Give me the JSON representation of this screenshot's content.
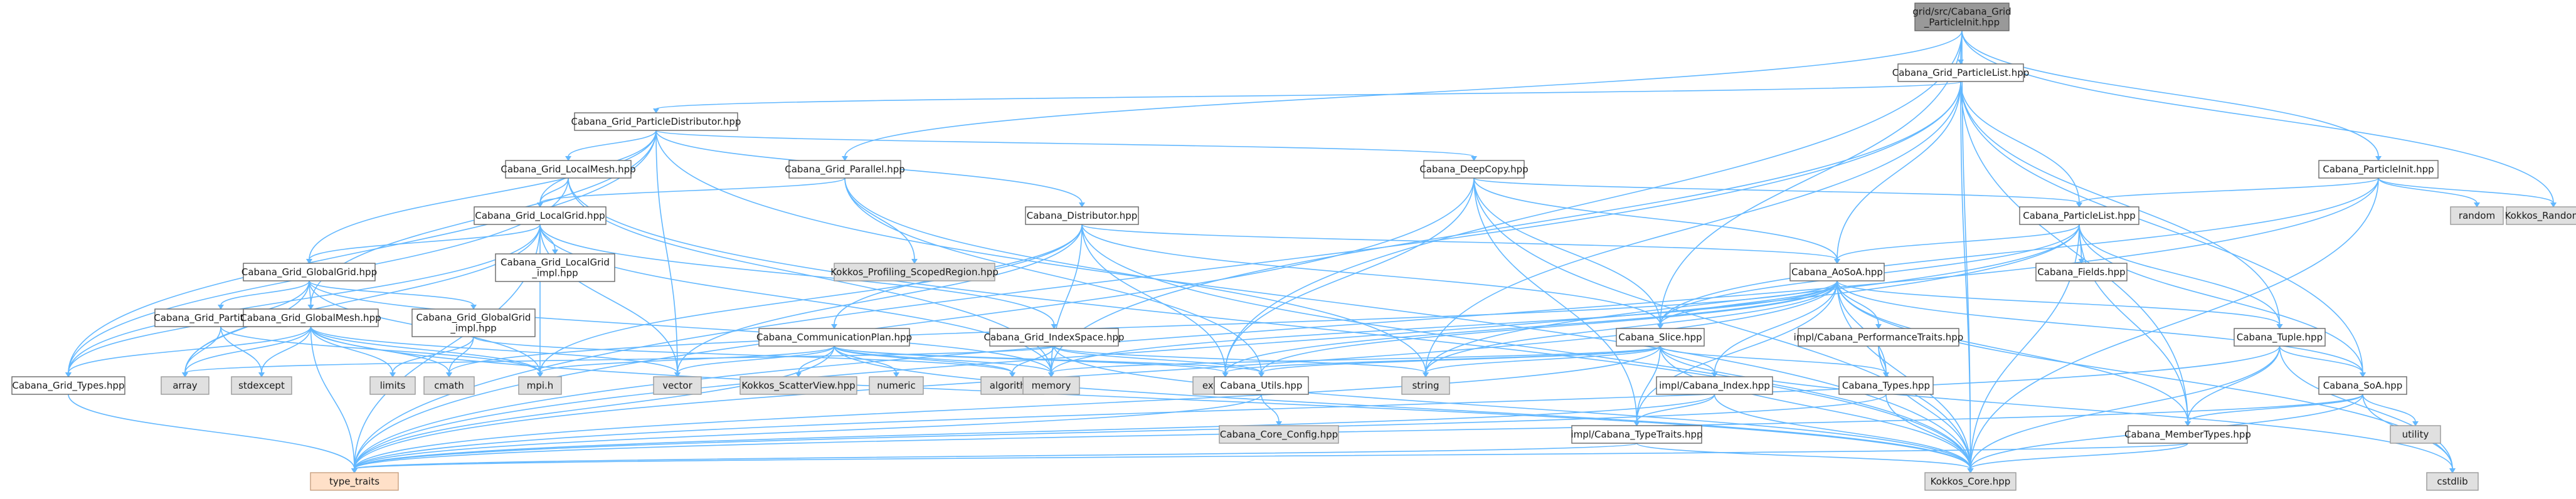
{
  "diagram": {
    "type": "include-dependency-graph",
    "colors": {
      "edge": "#63b8ff",
      "local_fill": "#ffffff",
      "external_fill": "#e0e0e0",
      "root_fill": "#999999",
      "highlight_fill": "#ffe0c8"
    },
    "nodes": {
      "root": {
        "lines": [
          "grid/src/Cabana_Grid",
          "_ParticleInit.hpp"
        ],
        "kind": "root"
      },
      "particle_list": {
        "lines": [
          "Cabana_Grid_ParticleList.hpp"
        ],
        "kind": "local"
      },
      "particle_distributor": {
        "lines": [
          "Cabana_Grid_ParticleDistributor.hpp"
        ],
        "kind": "local"
      },
      "local_mesh": {
        "lines": [
          "Cabana_Grid_LocalMesh.hpp"
        ],
        "kind": "local"
      },
      "parallel": {
        "lines": [
          "Cabana_Grid_Parallel.hpp"
        ],
        "kind": "local"
      },
      "deep_copy": {
        "lines": [
          "Cabana_DeepCopy.hpp"
        ],
        "kind": "local"
      },
      "particle_init": {
        "lines": [
          "Cabana_ParticleInit.hpp"
        ],
        "kind": "local"
      },
      "random": {
        "lines": [
          "random"
        ],
        "kind": "ext"
      },
      "kokkos_random": {
        "lines": [
          "Kokkos_Random.hpp"
        ],
        "kind": "ext"
      },
      "local_grid": {
        "lines": [
          "Cabana_Grid_LocalGrid.hpp"
        ],
        "kind": "local"
      },
      "distributor": {
        "lines": [
          "Cabana_Distributor.hpp"
        ],
        "kind": "local"
      },
      "particle_list_core": {
        "lines": [
          "Cabana_ParticleList.hpp"
        ],
        "kind": "local"
      },
      "kokkos_profiling": {
        "lines": [
          "Kokkos_Profiling_ScopedRegion.hpp"
        ],
        "kind": "ext"
      },
      "fields": {
        "lines": [
          "Cabana_Fields.hpp"
        ],
        "kind": "local"
      },
      "local_grid_impl": {
        "lines": [
          "Cabana_Grid_LocalGrid",
          "_impl.hpp"
        ],
        "kind": "local"
      },
      "global_grid": {
        "lines": [
          "Cabana_Grid_GlobalGrid.hpp"
        ],
        "kind": "local"
      },
      "aosoa": {
        "lines": [
          "Cabana_AoSoA.hpp"
        ],
        "kind": "local"
      },
      "partitioner": {
        "lines": [
          "Cabana_Grid_Partitioner.hpp"
        ],
        "kind": "local"
      },
      "global_mesh": {
        "lines": [
          "Cabana_Grid_GlobalMesh.hpp"
        ],
        "kind": "local"
      },
      "global_grid_impl": {
        "lines": [
          "Cabana_Grid_GlobalGrid",
          "_impl.hpp"
        ],
        "kind": "local"
      },
      "comm_plan": {
        "lines": [
          "Cabana_CommunicationPlan.hpp"
        ],
        "kind": "local"
      },
      "index_space": {
        "lines": [
          "Cabana_Grid_IndexSpace.hpp"
        ],
        "kind": "local"
      },
      "slice": {
        "lines": [
          "Cabana_Slice.hpp"
        ],
        "kind": "local"
      },
      "perf_traits": {
        "lines": [
          "impl/Cabana_PerformanceTraits.hpp"
        ],
        "kind": "local"
      },
      "tuple": {
        "lines": [
          "Cabana_Tuple.hpp"
        ],
        "kind": "local"
      },
      "grid_types": {
        "lines": [
          "Cabana_Grid_Types.hpp"
        ],
        "kind": "local"
      },
      "array": {
        "lines": [
          "array"
        ],
        "kind": "ext"
      },
      "stdexcept": {
        "lines": [
          "stdexcept"
        ],
        "kind": "ext"
      },
      "limits": {
        "lines": [
          "limits"
        ],
        "kind": "ext"
      },
      "cmath": {
        "lines": [
          "cmath"
        ],
        "kind": "ext"
      },
      "mpi": {
        "lines": [
          "mpi.h"
        ],
        "kind": "ext"
      },
      "vector": {
        "lines": [
          "vector"
        ],
        "kind": "ext"
      },
      "scatter_view": {
        "lines": [
          "Kokkos_ScatterView.hpp"
        ],
        "kind": "ext"
      },
      "numeric": {
        "lines": [
          "numeric"
        ],
        "kind": "ext"
      },
      "algorithm": {
        "lines": [
          "algorithm"
        ],
        "kind": "ext"
      },
      "memory": {
        "lines": [
          "memory"
        ],
        "kind": "ext"
      },
      "exception": {
        "lines": [
          "exception"
        ],
        "kind": "ext"
      },
      "utils": {
        "lines": [
          "Cabana_Utils.hpp"
        ],
        "kind": "local"
      },
      "string": {
        "lines": [
          "string"
        ],
        "kind": "ext"
      },
      "impl_index": {
        "lines": [
          "impl/Cabana_Index.hpp"
        ],
        "kind": "local"
      },
      "types": {
        "lines": [
          "Cabana_Types.hpp"
        ],
        "kind": "local"
      },
      "soa": {
        "lines": [
          "Cabana_SoA.hpp"
        ],
        "kind": "local"
      },
      "utility": {
        "lines": [
          "utility"
        ],
        "kind": "ext"
      },
      "core_config": {
        "lines": [
          "Cabana_Core_Config.hpp"
        ],
        "kind": "ext"
      },
      "type_traits_impl": {
        "lines": [
          "impl/Cabana_TypeTraits.hpp"
        ],
        "kind": "local"
      },
      "member_types": {
        "lines": [
          "Cabana_MemberTypes.hpp"
        ],
        "kind": "local"
      },
      "type_traits": {
        "lines": [
          "type_traits"
        ],
        "kind": "hl"
      },
      "kokkos_core": {
        "lines": [
          "Kokkos_Core.hpp"
        ],
        "kind": "ext"
      },
      "cstdlib": {
        "lines": [
          "cstdlib"
        ],
        "kind": "ext"
      }
    },
    "edges": [
      [
        "root",
        "particle_list"
      ],
      [
        "root",
        "parallel"
      ],
      [
        "root",
        "particle_init"
      ],
      [
        "root",
        "kokkos_random"
      ],
      [
        "root",
        "slice"
      ],
      [
        "root",
        "exception"
      ],
      [
        "root",
        "kokkos_core"
      ],
      [
        "particle_list",
        "particle_distributor"
      ],
      [
        "particle_list",
        "particle_list_core"
      ],
      [
        "particle_list",
        "aosoa"
      ],
      [
        "particle_list",
        "tuple"
      ],
      [
        "particle_list",
        "soa"
      ],
      [
        "particle_list",
        "member_types"
      ],
      [
        "particle_list",
        "memory"
      ],
      [
        "particle_list",
        "string"
      ],
      [
        "particle_list",
        "type_traits"
      ],
      [
        "particle_list",
        "kokkos_core"
      ],
      [
        "particle_distributor",
        "local_mesh"
      ],
      [
        "particle_distributor",
        "local_grid"
      ],
      [
        "particle_distributor",
        "global_grid"
      ],
      [
        "particle_distributor",
        "global_mesh"
      ],
      [
        "particle_distributor",
        "grid_types"
      ],
      [
        "particle_distributor",
        "deep_copy"
      ],
      [
        "particle_distributor",
        "distributor"
      ],
      [
        "particle_distributor",
        "vector"
      ],
      [
        "particle_distributor",
        "kokkos_core"
      ],
      [
        "local_mesh",
        "local_grid"
      ],
      [
        "local_mesh",
        "grid_types"
      ],
      [
        "local_mesh",
        "kokkos_core"
      ],
      [
        "local_mesh",
        "memory"
      ],
      [
        "parallel",
        "local_grid"
      ],
      [
        "parallel",
        "kokkos_profiling"
      ],
      [
        "parallel",
        "string"
      ],
      [
        "parallel",
        "utils"
      ],
      [
        "deep_copy",
        "aosoa"
      ],
      [
        "deep_copy",
        "slice"
      ],
      [
        "deep_copy",
        "type_traits_impl"
      ],
      [
        "deep_copy",
        "exception"
      ],
      [
        "deep_copy",
        "type_traits"
      ],
      [
        "deep_copy",
        "kokkos_core"
      ],
      [
        "deep_copy",
        "particle_list_core"
      ],
      [
        "particle_init",
        "particle_list_core"
      ],
      [
        "particle_init",
        "slice"
      ],
      [
        "particle_init",
        "random"
      ],
      [
        "particle_init",
        "kokkos_random"
      ],
      [
        "particle_init",
        "kokkos_core"
      ],
      [
        "particle_init",
        "type_traits"
      ],
      [
        "local_grid",
        "local_grid_impl"
      ],
      [
        "local_grid",
        "global_grid"
      ],
      [
        "local_grid",
        "index_space"
      ],
      [
        "local_grid",
        "grid_types"
      ],
      [
        "local_grid",
        "array"
      ],
      [
        "local_grid",
        "vector"
      ],
      [
        "local_grid",
        "memory"
      ],
      [
        "local_grid",
        "mpi"
      ],
      [
        "local_grid",
        "type_traits"
      ],
      [
        "distributor",
        "aosoa"
      ],
      [
        "distributor",
        "comm_plan"
      ],
      [
        "distributor",
        "slice"
      ],
      [
        "distributor",
        "mpi"
      ],
      [
        "distributor",
        "exception"
      ],
      [
        "distributor",
        "vector"
      ],
      [
        "distributor",
        "kokkos_core"
      ],
      [
        "distributor",
        "memory"
      ],
      [
        "particle_list_core",
        "aosoa"
      ],
      [
        "particle_list_core",
        "fields"
      ],
      [
        "particle_list_core",
        "slice"
      ],
      [
        "particle_list_core",
        "tuple"
      ],
      [
        "particle_list_core",
        "member_types"
      ],
      [
        "particle_list_core",
        "soa"
      ],
      [
        "particle_list_core",
        "kokkos_core"
      ],
      [
        "particle_list_core",
        "string"
      ],
      [
        "particle_list_core",
        "type_traits"
      ],
      [
        "global_grid",
        "partitioner"
      ],
      [
        "global_grid",
        "global_mesh"
      ],
      [
        "global_grid",
        "global_grid_impl"
      ],
      [
        "global_grid",
        "grid_types"
      ],
      [
        "global_grid",
        "array"
      ],
      [
        "global_grid",
        "memory"
      ],
      [
        "global_grid",
        "mpi"
      ],
      [
        "aosoa",
        "slice"
      ],
      [
        "aosoa",
        "perf_traits"
      ],
      [
        "aosoa",
        "tuple"
      ],
      [
        "aosoa",
        "soa"
      ],
      [
        "aosoa",
        "member_types"
      ],
      [
        "aosoa",
        "types"
      ],
      [
        "aosoa",
        "impl_index"
      ],
      [
        "aosoa",
        "type_traits_impl"
      ],
      [
        "aosoa",
        "utils"
      ],
      [
        "aosoa",
        "cmath"
      ],
      [
        "aosoa",
        "string"
      ],
      [
        "aosoa",
        "type_traits"
      ],
      [
        "aosoa",
        "kokkos_core"
      ],
      [
        "aosoa",
        "cstdlib"
      ],
      [
        "aosoa",
        "memory"
      ],
      [
        "aosoa",
        "exception"
      ],
      [
        "partitioner",
        "array"
      ],
      [
        "partitioner",
        "stdexcept"
      ],
      [
        "partitioner",
        "mpi"
      ],
      [
        "global_mesh",
        "grid_types"
      ],
      [
        "global_mesh",
        "array"
      ],
      [
        "global_mesh",
        "stdexcept"
      ],
      [
        "global_mesh",
        "limits"
      ],
      [
        "global_mesh",
        "cmath"
      ],
      [
        "global_mesh",
        "mpi"
      ],
      [
        "global_mesh",
        "vector"
      ],
      [
        "global_mesh",
        "type_traits"
      ],
      [
        "global_mesh",
        "kokkos_core"
      ],
      [
        "global_grid_impl",
        "limits"
      ],
      [
        "global_grid_impl",
        "cmath"
      ],
      [
        "global_grid_impl",
        "algorithm"
      ],
      [
        "comm_plan",
        "scatter_view"
      ],
      [
        "comm_plan",
        "numeric"
      ],
      [
        "comm_plan",
        "algorithm"
      ],
      [
        "comm_plan",
        "memory"
      ],
      [
        "comm_plan",
        "exception"
      ],
      [
        "comm_plan",
        "vector"
      ],
      [
        "comm_plan",
        "mpi"
      ],
      [
        "comm_plan",
        "utils"
      ],
      [
        "comm_plan",
        "type_traits"
      ],
      [
        "comm_plan",
        "kokkos_core"
      ],
      [
        "index_space",
        "algorithm"
      ],
      [
        "index_space",
        "array"
      ],
      [
        "index_space",
        "string"
      ],
      [
        "index_space",
        "kokkos_core"
      ],
      [
        "index_space",
        "utils"
      ],
      [
        "slice",
        "types"
      ],
      [
        "slice",
        "impl_index"
      ],
      [
        "slice",
        "type_traits_impl"
      ],
      [
        "slice",
        "utils"
      ],
      [
        "slice",
        "exception"
      ],
      [
        "slice",
        "string"
      ],
      [
        "slice",
        "type_traits"
      ],
      [
        "slice",
        "kokkos_core"
      ],
      [
        "slice",
        "cstdlib"
      ],
      [
        "slice",
        "memory"
      ],
      [
        "perf_traits",
        "types"
      ],
      [
        "perf_traits",
        "kokkos_core"
      ],
      [
        "tuple",
        "soa"
      ],
      [
        "tuple",
        "member_types"
      ],
      [
        "tuple",
        "type_traits"
      ],
      [
        "tuple",
        "kokkos_core"
      ],
      [
        "tuple",
        "cstdlib"
      ],
      [
        "grid_types",
        "type_traits"
      ],
      [
        "utils",
        "core_config"
      ],
      [
        "utils",
        "type_traits"
      ],
      [
        "impl_index",
        "type_traits_impl"
      ],
      [
        "impl_index",
        "type_traits"
      ],
      [
        "impl_index",
        "kokkos_core"
      ],
      [
        "types",
        "type_traits"
      ],
      [
        "types",
        "kokkos_core"
      ],
      [
        "soa",
        "member_types"
      ],
      [
        "soa",
        "utility"
      ],
      [
        "soa",
        "type_traits"
      ],
      [
        "soa",
        "kokkos_core"
      ],
      [
        "soa",
        "cstdlib"
      ],
      [
        "type_traits_impl",
        "type_traits"
      ],
      [
        "type_traits_impl",
        "kokkos_core"
      ],
      [
        "member_types",
        "type_traits"
      ],
      [
        "member_types",
        "kokkos_core"
      ]
    ]
  }
}
